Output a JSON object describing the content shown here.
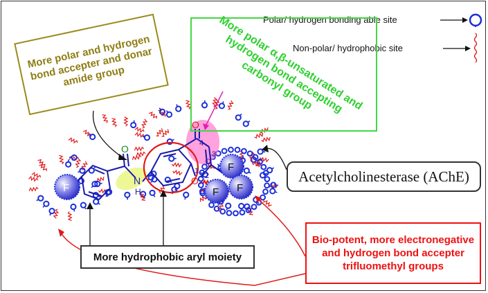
{
  "legend": {
    "polar_label": "Polar/ hydrogen bonding able site",
    "nonpolar_label": "Non-polar/ hydrophobic site"
  },
  "annotations": {
    "amide": "More polar and hydrogen bond accepter and donar amide group",
    "carbonyl": "More polar α,β-unsaturated and hydrogen bond accepting carbonyl group",
    "enzyme": "Acetylcholinesterase (AChE)",
    "aryl": "More hydrophobic aryl moiety",
    "trifluoromethyl": "Bio-potent, more electronegative and hydrogen bond accepter trifluomethyl groups"
  },
  "molecule": {
    "fluorine": "F",
    "nitrogen_label": "N",
    "hydrogen_label": "H",
    "oxygen_label": "O",
    "ring_oxygen": "O",
    "pos1": "1",
    "pos2": "2",
    "pos3": "3",
    "pos4": "4"
  },
  "colors": {
    "polar_site": "#1c2fd8",
    "nonpolar_site": "#e01818",
    "amide_box": "#9a8a1a",
    "carbonyl_box": "#43d743",
    "trifluoromethyl_box": "#e11111",
    "molecule_bonds": "#1a1aa8",
    "chromone_oxygen": "#e01818",
    "fluorine_sphere": "#3a3ad0",
    "carbonyl_highlight": "#ff7bd0",
    "amide_highlight": "#e8f57a"
  }
}
